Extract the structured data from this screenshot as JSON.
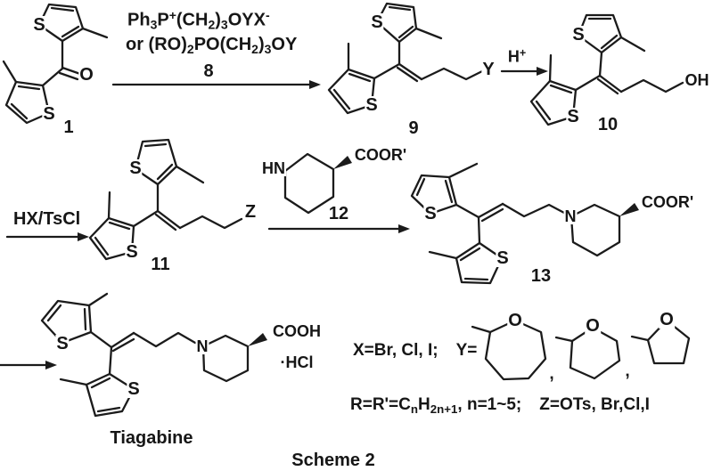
{
  "scheme": {
    "caption": "Scheme 2"
  },
  "step1": {
    "line1": {
      "t1": "Ph",
      "b1": "3",
      "t2": "P",
      "p1": "+",
      "t3": "(CH",
      "b2": "2",
      "t4": ")",
      "b3": "3",
      "t5": "OYX",
      "p2": "-"
    },
    "line2": {
      "t1": "or (RO)",
      "b1": "2",
      "t2": "PO(CH",
      "b2": "2",
      "t3": ")",
      "b3": "3",
      "t4": "OY"
    },
    "number": "8"
  },
  "step2": {
    "h": "H",
    "plus": "+"
  },
  "step3": {
    "reagent": "HX/TsCl"
  },
  "compound1": {
    "number": "1",
    "s_top": "S",
    "s_bottom": "S",
    "o": "O"
  },
  "compound9": {
    "number": "9",
    "s_top": "S",
    "s_left": "S",
    "y": "Y"
  },
  "compound10": {
    "number": "10",
    "s_top": "S",
    "s_left": "S",
    "oh": "OH"
  },
  "compound11": {
    "number": "11",
    "s_top": "S",
    "s_left": "S",
    "z": "Z"
  },
  "compound12": {
    "number": "12",
    "hn": "HN",
    "ester": "COOR'"
  },
  "compound13": {
    "number": "13",
    "s_top": "S",
    "s_bottom": "S",
    "n": "N",
    "ester": "COOR'"
  },
  "tiagabine": {
    "name": "Tiagabine",
    "s_top": "S",
    "s_bottom": "S",
    "n": "N",
    "acid": "COOH",
    "salt": "·HCl"
  },
  "definitions": {
    "x": "X=Br, Cl, I;",
    "y": "Y=",
    "o7": "O",
    "o6": "O",
    "o5": "O",
    "comma1": ",",
    "comma2": ",",
    "r": {
      "t1": "R=R'=C",
      "b1": "n",
      "t2": "H",
      "b2": "2n+1",
      "t3": ", n=1~5;"
    },
    "z": "Z=OTs, Br,Cl,I"
  }
}
